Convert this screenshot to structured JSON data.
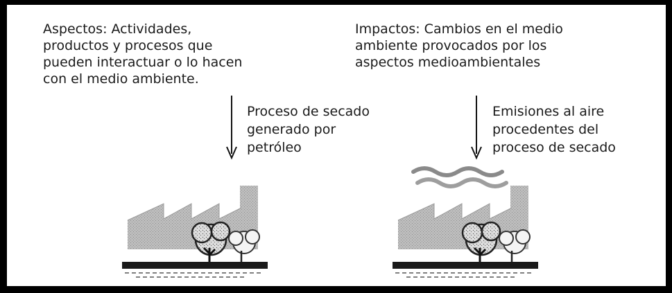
{
  "aspects": {
    "text": "Aspectos: Actividades,\nproductos y procesos que\npueden interactuar o lo hacen\ncon el medio ambiente."
  },
  "impacts": {
    "text": "Impactos: Cambios en el medio\nambiente provocados por los\naspectos medioambientales"
  },
  "process": {
    "text": "Proceso de secado\ngenerado por\npetróleo"
  },
  "emissions": {
    "text": "Emisiones al aire\nprocedentes del\nproceso de secado"
  },
  "icons": {
    "left_illustration": "factory-with-trees-icon",
    "right_illustration": "factory-with-trees-and-emissions-icon",
    "emissions": "smoke-waves-icon",
    "arrow": "arrow-down-icon"
  }
}
